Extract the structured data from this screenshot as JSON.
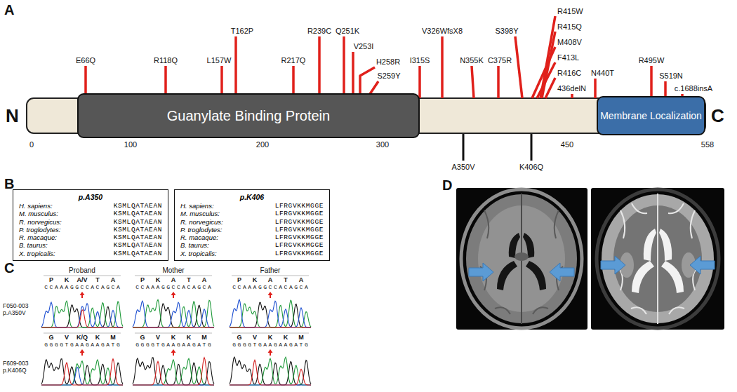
{
  "diagram": {
    "nodes": [
      {
        "text": [
          "Guanylate Binding Protein"
        ]
      },
      {
        "text": [
          "Membrane Localization"
        ]
      },
      {
        "text": [
          "p.A350",
          "H. sapiens:",
          "KSMLQATAEAN",
          "M. musculus:",
          "KSMLQATAEAN",
          "R. norvegicus:",
          "KSMLQATAEAN",
          "P. troglodytes:",
          "KSMLQATAEAN",
          "R. macaque:",
          "KSMLQATAEAN",
          "B. taurus:",
          "KSMLQATAEAN",
          "X. tropicalis:",
          "KSMLQATAEAN"
        ]
      },
      {
        "text": [
          "p.K406",
          "H. sapiens:",
          "LFRGVKKMGGE",
          "M. musculus:",
          "LFRGVKKMGGE",
          "R. norvegicus:",
          "LFRGVKKMGGE",
          "P. troglodytes:",
          "LFRGVKKMGGE",
          "R. macaque:",
          "LFRGVKKMGGE",
          "B. taurus:",
          "LFRGVKKMGGE",
          "X. tropicalis:",
          "LFRGVKKMGGE"
        ]
      }
    ],
    "labels": [
      "A",
      "N",
      "C",
      "E66Q",
      "R118Q",
      "L157W",
      "T162P",
      "R217Q",
      "R239C",
      "Q251K",
      "V253I",
      "H258R",
      "S259Y",
      "I315S",
      "V326WfsX8",
      "N355K",
      "C375R",
      "S398Y",
      "M408V",
      "F413L",
      "R415W",
      "R415Q",
      "R416C",
      "436delN",
      "N440T",
      "R495W",
      "S519N",
      "c.1688insA",
      "0",
      "100",
      "200",
      "300",
      "450",
      "558",
      "A350V",
      "K406Q",
      "B",
      "C",
      "Proband",
      "Mother",
      "Father",
      "P",
      "K",
      "A/V",
      "T",
      "A",
      "CCAAAGGCCACAGCA",
      "P",
      "K",
      "A",
      "T",
      "A",
      "CCAAAGGCCACAGCA",
      "P",
      "K",
      "A",
      "T",
      "A",
      "CCAAAGGCCACAGCA",
      "F050-003 p.A350V",
      "G",
      "V",
      "K/Q",
      "K",
      "M",
      "GGGGTGAAGAAGATG",
      "G",
      "V",
      "K",
      "K",
      "M",
      "GGGGTGAAGAAGATG",
      "G",
      "V",
      "K",
      "K",
      "M",
      "GGGGTGAAGAAGATG",
      "F609-003 p.K406Q",
      "D"
    ]
  }
}
